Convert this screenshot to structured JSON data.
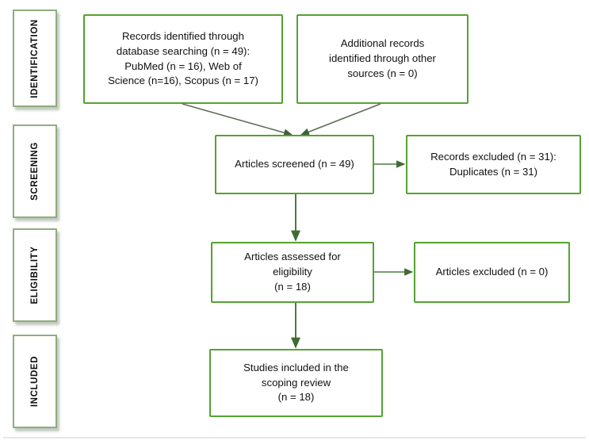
{
  "diagram": {
    "type": "prisma-flow-diagram",
    "title": "PRISMA scoping review flow diagram",
    "accent_color": "#55a233",
    "stage_border_color": "#8fad7f",
    "text_color": "#111111",
    "rule_color": "#e6e6e6"
  },
  "stages": [
    {
      "id": "identification",
      "label": "IDENTIFICATION"
    },
    {
      "id": "screening",
      "label": "SCREENING"
    },
    {
      "id": "eligibility",
      "label": "ELIGIBILITY"
    },
    {
      "id": "included",
      "label": "INCLUDED"
    }
  ],
  "boxes": {
    "records_identified": {
      "text": "Records identified through\ndatabase searching (n = 49):\nPubMed (n = 16), Web of\nScience (n=16), Scopus (n = 17)",
      "n_total": 49,
      "sources": [
        {
          "name": "PubMed",
          "n": 16
        },
        {
          "name": "Web of Science",
          "n": 16
        },
        {
          "name": "Scopus",
          "n": 17
        }
      ]
    },
    "additional_records": {
      "text": "Additional records\nidentified through other\nsources (n = 0)",
      "n": 0
    },
    "articles_screened": {
      "text": "Articles screened (n = 49)",
      "n": 49
    },
    "records_excluded": {
      "text": "Records excluded (n = 31):\nDuplicates (n = 31)",
      "n": 31,
      "reason": "Duplicates",
      "reason_n": 31
    },
    "articles_assessed": {
      "text": "Articles assessed for\neligibility\n(n = 18)",
      "n": 18
    },
    "articles_excluded": {
      "text": "Articles excluded (n = 0)",
      "n": 0
    },
    "studies_included": {
      "text": "Studies included in the\nscoping review\n(n = 18)",
      "n": 18
    }
  },
  "connectors": [
    {
      "id": "identified-to-screened",
      "from": "records_identified",
      "to": "articles_screened",
      "shape": "diagonal"
    },
    {
      "id": "additional-to-screened",
      "from": "additional_records",
      "to": "articles_screened",
      "shape": "diagonal"
    },
    {
      "id": "screened-to-excluded",
      "from": "articles_screened",
      "to": "records_excluded",
      "shape": "horizontal"
    },
    {
      "id": "screened-to-assessed",
      "from": "articles_screened",
      "to": "articles_assessed",
      "shape": "vertical"
    },
    {
      "id": "assessed-to-excluded",
      "from": "articles_assessed",
      "to": "articles_excluded",
      "shape": "horizontal"
    },
    {
      "id": "assessed-to-included",
      "from": "articles_assessed",
      "to": "studies_included",
      "shape": "vertical"
    }
  ]
}
